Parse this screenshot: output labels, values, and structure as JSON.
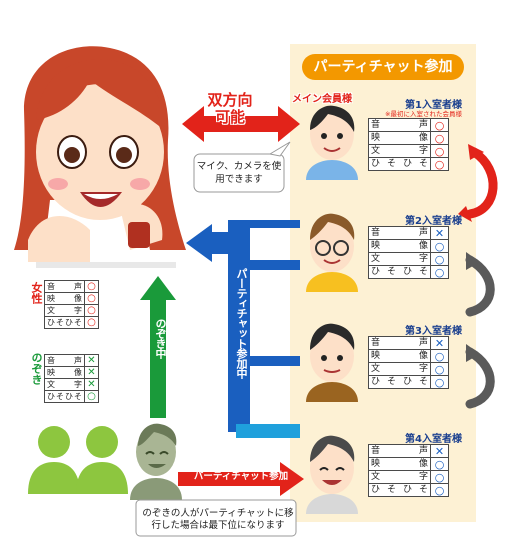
{
  "panel_title": "パーティチャット参加",
  "two_way": {
    "line1": "双方向",
    "line2": "可能"
  },
  "main_member_label": "メイン会員様",
  "mic_camera_note": "マイク、カメラを使用できます",
  "party_chat_active": "パーティチャット参加中",
  "peeking_active": "のぞき中",
  "party_join": "パーティチャット参加",
  "bottom_note": "のぞきの人がパーティチャットに移行した場合は最下位になります",
  "labels": [
    "音　声",
    "映　像",
    "文　字",
    "ひそひそ"
  ],
  "slots": [
    {
      "title": "第1入室者様",
      "note": "※最初に入室された会員様",
      "marks": [
        "○",
        "○",
        "○",
        "○"
      ]
    },
    {
      "title": "第2入室者様",
      "note": "",
      "marks": [
        "✕",
        "○",
        "○",
        "○"
      ]
    },
    {
      "title": "第3入室者様",
      "note": "",
      "marks": [
        "✕",
        "○",
        "○",
        "○"
      ]
    },
    {
      "title": "第4入室者様",
      "note": "",
      "marks": [
        "✕",
        "○",
        "○",
        "○"
      ]
    }
  ],
  "female": {
    "label": "女性",
    "marks": [
      "○",
      "○",
      "○",
      "○"
    ]
  },
  "peeker": {
    "label": "のぞき",
    "marks": [
      "✕",
      "✕",
      "✕",
      "○"
    ]
  },
  "colors": {
    "orange": "#f39800",
    "red": "#e2231a",
    "blue": "#1a5fbf",
    "green": "#1a9a3a",
    "grey_arrow": "#5a5a5a",
    "panel_bg": "#fdf1d4",
    "circle": "#1a5fbf",
    "cross": "#1a5fbf",
    "green_mark": "#1a9a3a",
    "red_mark": "#e2231a"
  }
}
